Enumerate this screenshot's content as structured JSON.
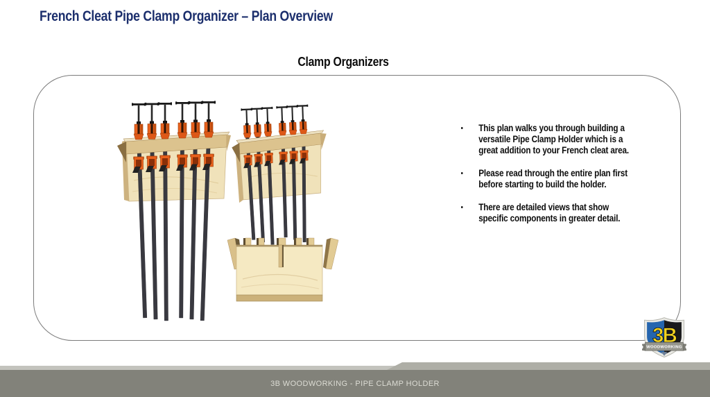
{
  "page": {
    "title": "French Cleat Pipe Clamp Organizer – Plan Overview",
    "section_heading": "Clamp Organizers"
  },
  "panel": {
    "bullets": [
      {
        "lines": [
          "This plan walks you through building a",
          "versatile Pipe Clamp Holder which is a",
          "great addition to your French cleat area."
        ]
      },
      {
        "lines": [
          "Please read through the entire plan first",
          "before starting to build the holder."
        ]
      },
      {
        "lines": [
          "There are detailed views that show",
          "specific components in greater detail."
        ]
      }
    ],
    "illustrations": [
      {
        "name": "clamp-organizer-front-view"
      },
      {
        "name": "clamp-organizer-angled-view"
      },
      {
        "name": "empty-holder-front-view"
      }
    ]
  },
  "logo": {
    "text": "3B",
    "subtext": "WOODWORKING"
  },
  "footer": {
    "text": "3B WOODWORKING - PIPE CLAMP HOLDER"
  },
  "colors": {
    "title_navy": "#1c2f6d",
    "clamp_orange": "#e8611c",
    "wood_light": "#f0e2ba",
    "wood_trim": "#d9c08a",
    "pipe_dark": "#393940",
    "footer_bar": "#82827a",
    "footer_strip": "#c3c3bd",
    "footer_slant": "#aeaea6",
    "logo_blue": "#2565ae",
    "logo_yellow": "#f2d21f"
  }
}
